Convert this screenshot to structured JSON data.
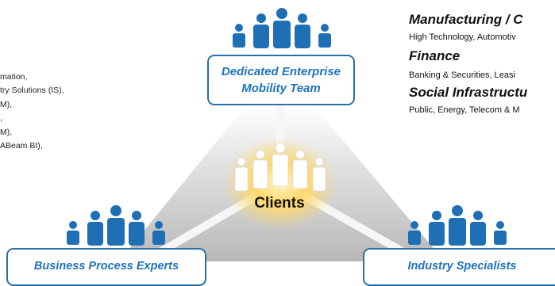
{
  "left_list": [
    "mation,",
    "try Solutions (IS),",
    "M),",
    ",",
    "M),",
    "ABeam BI),"
  ],
  "center_team": {
    "line1": "Dedicated Enterprise",
    "line2": "Mobility Team"
  },
  "clients_label": "Clients",
  "bottom_left_label": "Business Process Experts",
  "bottom_right_label": "Industry Specialists",
  "sectors": [
    {
      "title": "Manufacturing / C",
      "subtitle": "High Technology, Automotiv"
    },
    {
      "title": "Finance",
      "subtitle": "Banking & Securities, Leasi"
    },
    {
      "title": "Social Infrastructu",
      "subtitle": "Public, Energy, Telecom & M"
    }
  ],
  "colors": {
    "accent_blue": "#1e73be",
    "border_blue": "#2b6fa8",
    "people_blue": "#1f6fb5",
    "glow": "#ffd24a"
  },
  "icons": [
    "people-group-icon",
    "clients-group-icon"
  ]
}
